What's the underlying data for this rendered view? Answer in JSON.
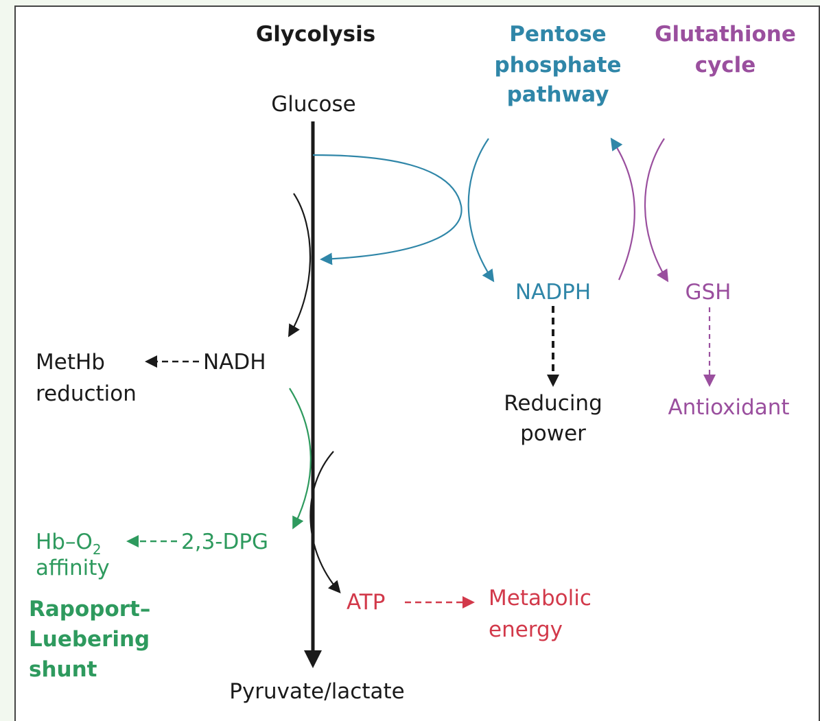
{
  "colors": {
    "black": "#1a1a1a",
    "blue": "#2f86a8",
    "purple": "#9a4f9e",
    "green": "#2e9a5e",
    "red": "#d2394a"
  },
  "headers": {
    "glycolysis": "Glycolysis",
    "pentose": [
      "Pentose",
      "phosphate",
      "pathway"
    ],
    "glutathione": [
      "Glutathione",
      "cycle"
    ]
  },
  "nodes": {
    "glucose": "Glucose",
    "pyruvate": "Pyruvate/lactate",
    "metHb": [
      "MetHb",
      "reduction"
    ],
    "nadh": "NADH",
    "nadph": "NADPH",
    "reducing": [
      "Reducing",
      "power"
    ],
    "gsh": "GSH",
    "antioxidant": "Antioxidant",
    "hbo2": {
      "main": "Hb–O",
      "sub": "2",
      "line2": "affinity"
    },
    "dpg": "2,3-DPG",
    "rapoport": [
      "Rapoport–",
      "Luebering",
      "shunt"
    ],
    "atp": "ATP",
    "metabolic": [
      "Metabolic",
      "energy"
    ]
  }
}
